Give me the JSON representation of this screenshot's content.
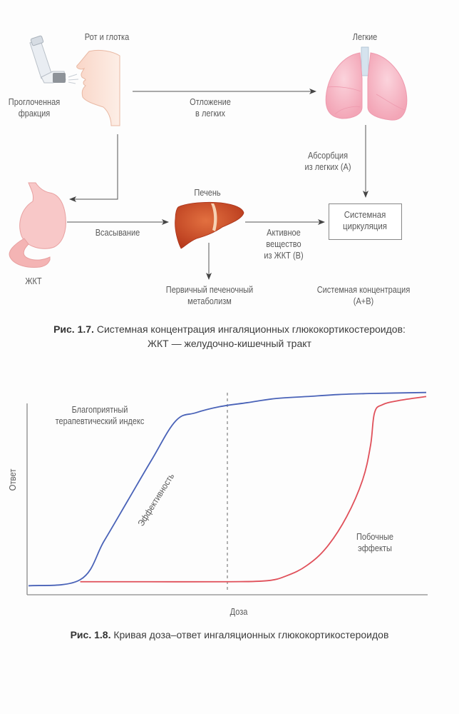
{
  "figure_1_7": {
    "nodes": {
      "mouth_label": "Рот и глотка",
      "swallowed_label": "Проглоченная\nфракция",
      "lungs_label": "Легкие",
      "gi_label": "ЖКТ",
      "liver_label": "Печень",
      "systemic_box": "Системная\nциркуляция"
    },
    "edges": {
      "deposition": "Отложение\nв легких",
      "lung_absorption": "Абсорбция\nиз легких (А)",
      "absorption": "Всасывание",
      "active_from_gi": "Активное\nвещество\nиз ЖКТ (В)",
      "first_pass": "Первичный печеночный\nметаболизм",
      "systemic_concentration": "Системная концентрация\n(А+В)"
    },
    "caption_bold": "Рис. 1.7.",
    "caption_text": " Системная концентрация ингаляционных глюкокортикостероидов:",
    "caption_line2": "ЖКТ — желудочно-кишечный тракт"
  },
  "figure_1_8": {
    "caption_bold": "Рис. 1.8.",
    "caption_text": " Кривая доза–ответ ингаляционных глюкокортикостероидов"
  },
  "chart_data": {
    "type": "line",
    "title": "Кривая доза–ответ ингаляционных глюкокортикостероидов",
    "xlabel": "Доза",
    "ylabel": "Ответ",
    "xlim": [
      0,
      100
    ],
    "ylim": [
      0,
      100
    ],
    "grid": false,
    "ticks": "none",
    "series": [
      {
        "name": "Эффективность",
        "color": "#4a63b8",
        "x": [
          0,
          13,
          19,
          25,
          31,
          37,
          42,
          48,
          55,
          62,
          70,
          78,
          86,
          100
        ],
        "y": [
          3,
          6,
          25,
          45,
          65,
          84,
          88,
          91,
          93,
          95,
          96,
          97,
          97.5,
          98
        ]
      },
      {
        "name": "Побочные эффекты",
        "color": "#e0505a",
        "x": [
          13,
          30,
          50,
          60,
          65,
          70,
          75,
          80,
          84,
          86,
          87,
          89,
          93,
          100
        ],
        "y": [
          5,
          5,
          5,
          5.5,
          8,
          13,
          22,
          37,
          55,
          72,
          88,
          92,
          94,
          96
        ]
      }
    ],
    "annotations": [
      {
        "text": "Благоприятный\nтерапевтический индекс",
        "x": 20,
        "y": 88
      },
      {
        "text": "Эффективность",
        "x": 28,
        "y": 50,
        "rotation": -58
      },
      {
        "text": "Побочные\nэффекты",
        "x": 79,
        "y": 28
      }
    ],
    "reference_line": {
      "x": 50,
      "style": "dashed",
      "color": "#666666"
    }
  }
}
